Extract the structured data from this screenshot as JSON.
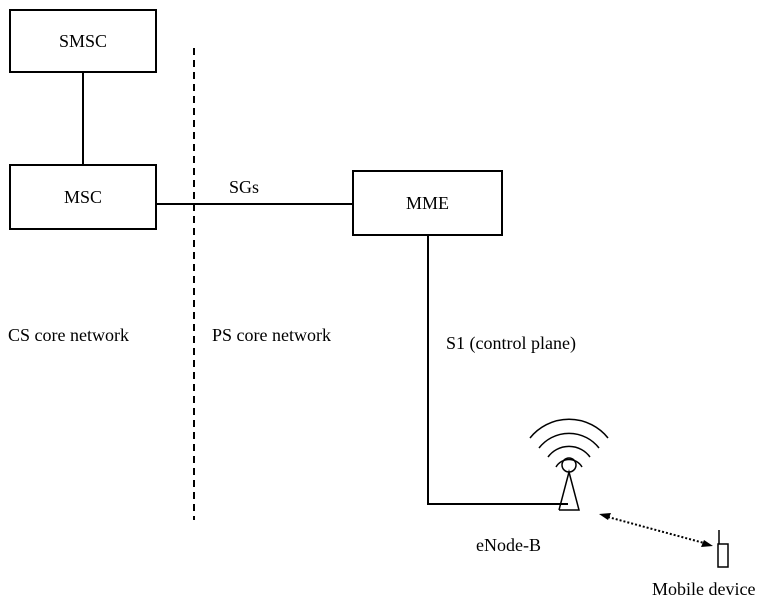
{
  "nodes": {
    "smsc": "SMSC",
    "msc": "MSC",
    "mme": "MME",
    "enodeb": "eNode-B",
    "mobile": "Mobile device"
  },
  "links": {
    "sgs": "SGs",
    "s1": "S1 (control plane)"
  },
  "regions": {
    "cs": "CS core network",
    "ps": "PS core network"
  }
}
